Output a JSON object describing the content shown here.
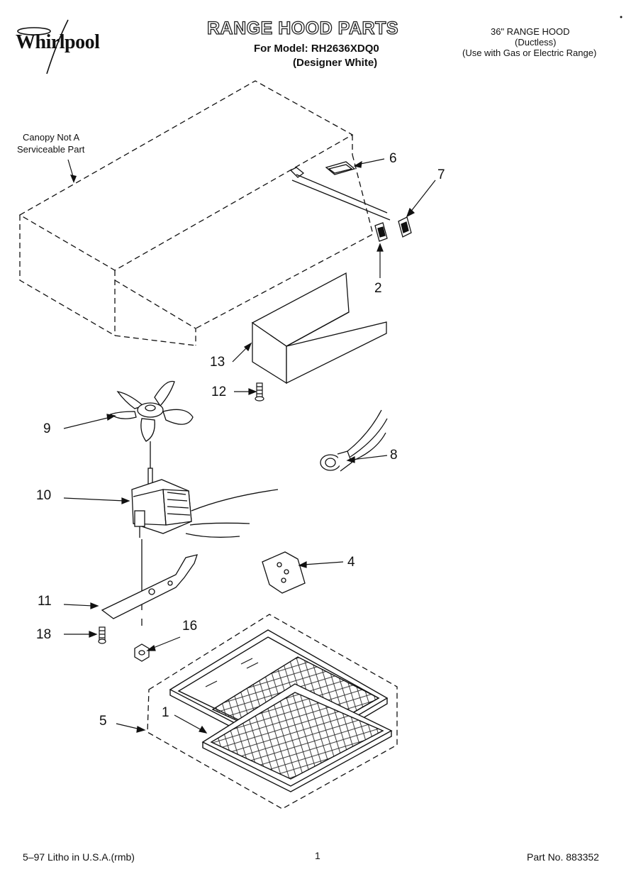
{
  "header": {
    "brand": "Whirlpool",
    "title": "RANGE HOOD PARTS",
    "model_line": "For Model: RH2636XDQ0",
    "variant": "(Designer White)",
    "product_line1": "36\" RANGE HOOD",
    "product_line2": "(Ductless)",
    "product_line3": "(Use with Gas or Electric Range)"
  },
  "canopy_note": {
    "line1": "Canopy Not A",
    "line2": "Serviceable Part"
  },
  "callouts": {
    "c1": "1",
    "c2": "2",
    "c4": "4",
    "c5": "5",
    "c6": "6",
    "c7": "7",
    "c8": "8",
    "c9": "9",
    "c10": "10",
    "c11": "11",
    "c12": "12",
    "c13": "13",
    "c16": "16",
    "c18": "18"
  },
  "footer": {
    "litho": "5–97 Litho in U.S.A.(rmb)",
    "page": "1",
    "part_no": "Part No. 883352"
  }
}
